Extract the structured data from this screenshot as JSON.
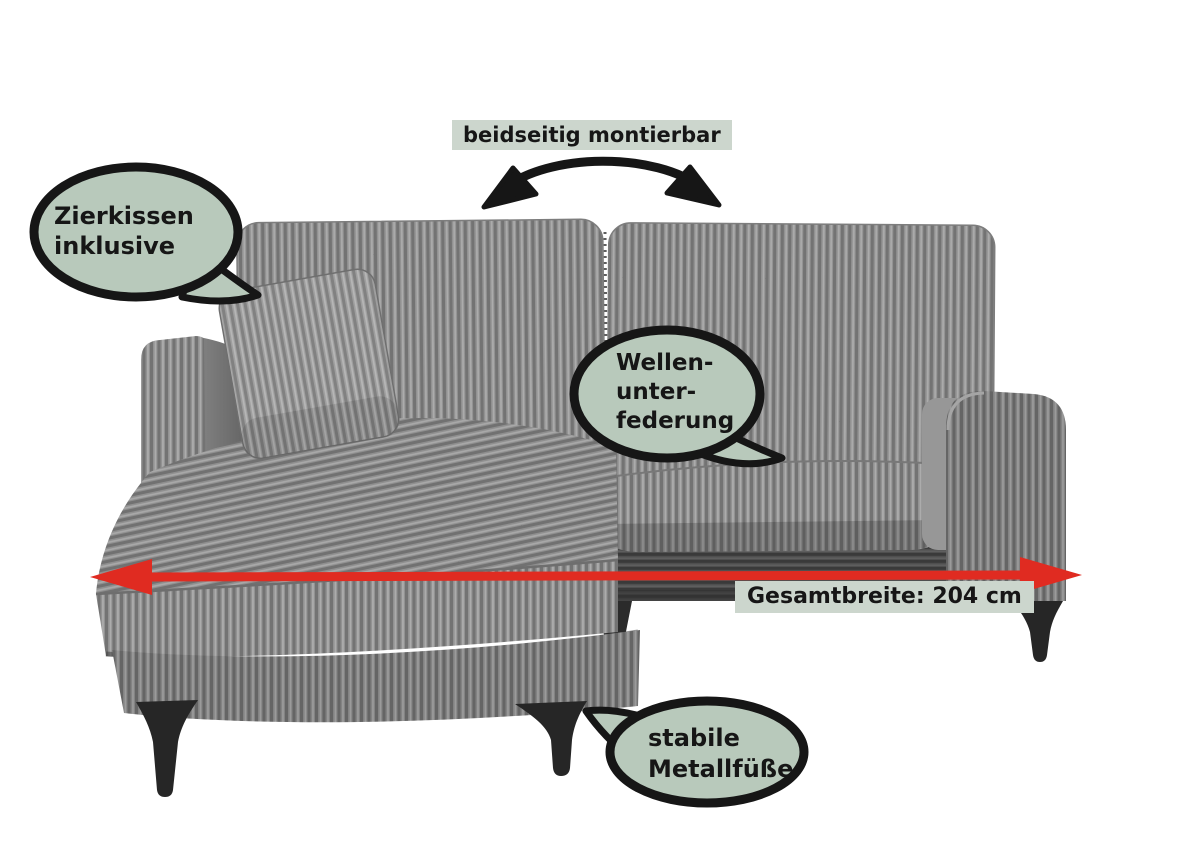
{
  "annotations": {
    "mount_label": "beidseitig montierbar",
    "pillow_bubble": "Zierkissen\ninklusive",
    "suspension_bubble": "Wellen-\nunter-\nfederung",
    "width_label": "Gesamtbreite: 204 cm",
    "feet_bubble": "stabile\nMetallfüße"
  },
  "measurement": {
    "total_width_cm": 204
  },
  "icons": {
    "top_arrow": "curved-double-headed-arrow",
    "width_arrow": "red-double-headed-measure-arrow",
    "callouts": "speech-bubble"
  },
  "colors": {
    "sage_bubble": "#b8c9bb",
    "sage_label": "#ccd6cd",
    "arrow_red": "#e02b21",
    "ink": "#161616",
    "leg_black": "#262626",
    "sofa_gray": "#8f8f8f"
  }
}
